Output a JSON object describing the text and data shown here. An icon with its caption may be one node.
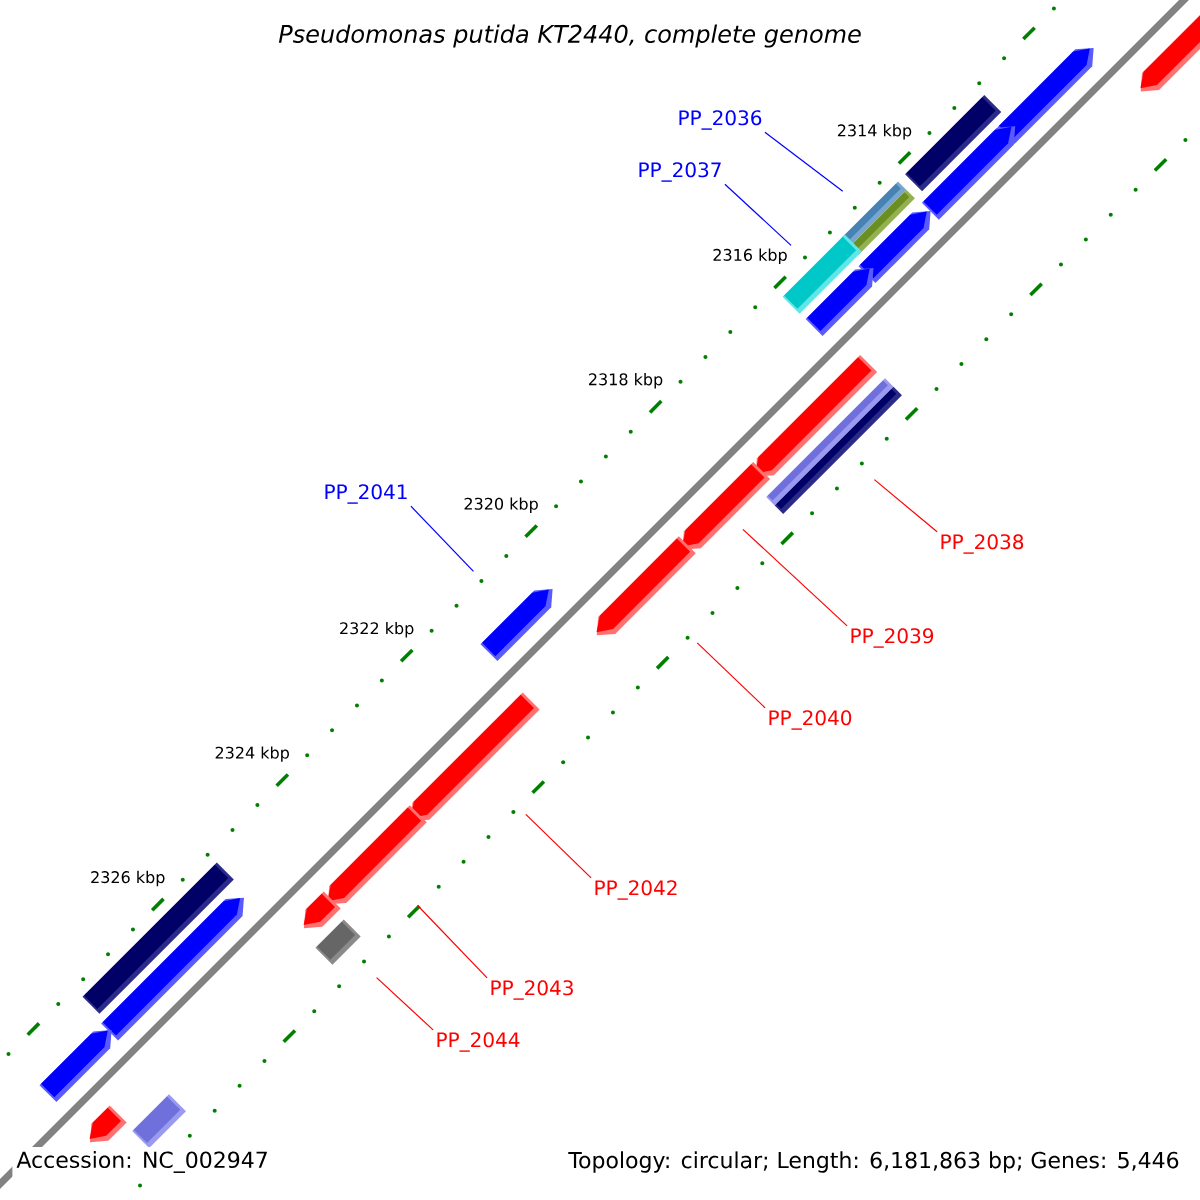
{
  "diagram": {
    "title": "Pseudomonas putida KT2440, complete genome",
    "nodes": [
      {
        "text": [
          "PP_2036"
        ]
      },
      {
        "text": [
          "PP_2037"
        ]
      },
      {
        "text": [
          "PP_2041"
        ]
      },
      {
        "text": [
          "PP_2038"
        ]
      },
      {
        "text": [
          "PP_2039"
        ]
      },
      {
        "text": [
          "PP_2040"
        ]
      },
      {
        "text": [
          "PP_2042"
        ]
      },
      {
        "text": [
          "PP_2043"
        ]
      },
      {
        "text": [
          "PP_2044"
        ]
      },
      {
        "text": [],
        "shape": "arrow"
      },
      {
        "text": [],
        "shape": "arrow"
      },
      {
        "text": [],
        "shape": "box"
      },
      {
        "text": [],
        "shape": "arrow"
      },
      {
        "text": [],
        "shape": "box"
      },
      {
        "text": [],
        "shape": "arrow"
      },
      {
        "text": [],
        "shape": "box"
      },
      {
        "text": [],
        "shape": "arrow"
      },
      {
        "text": [],
        "shape": "arrow"
      },
      {
        "text": [],
        "shape": "box"
      },
      {
        "text": [],
        "shape": "arrow"
      },
      {
        "text": [],
        "shape": "arrow"
      },
      {
        "text": [],
        "shape": "arrow"
      },
      {
        "text": [],
        "shape": "arrow"
      },
      {
        "text": [],
        "shape": "arrow"
      },
      {
        "text": [],
        "shape": "arrow"
      },
      {
        "text": [],
        "shape": "box"
      },
      {
        "text": [],
        "shape": "box"
      },
      {
        "text": [],
        "shape": "arrow"
      },
      {
        "text": [],
        "shape": "arrow"
      },
      {
        "text": [],
        "shape": "arrow"
      },
      {
        "text": [],
        "shape": "box"
      }
    ],
    "edges": [
      {
        "from": 0,
        "to": 13,
        "arrow": "none",
        "color": "#0000ff"
      },
      {
        "from": 1,
        "to": 15,
        "arrow": "none",
        "color": "#0000ff"
      },
      {
        "from": 2,
        "to": 21,
        "arrow": "none",
        "color": "#0000ff"
      },
      {
        "from": 3,
        "to": 18,
        "arrow": "none"
      },
      {
        "from": 4,
        "to": 19,
        "arrow": "none"
      },
      {
        "from": 5,
        "to": 20,
        "arrow": "none"
      },
      {
        "from": 6,
        "to": 22,
        "arrow": "none"
      },
      {
        "from": 7,
        "to": 23,
        "arrow": "none"
      },
      {
        "from": 8,
        "to": 26,
        "arrow": "none"
      }
    ],
    "labels": [
      "2314 kbp",
      "2316 kbp",
      "2318 kbp",
      "2320 kbp",
      "2322 kbp",
      "2324 kbp",
      "2326 kbp",
      "Accession: NC_002947",
      "Topology: circular; Length: 6,181,863 bp; Genes: 5,446"
    ]
  }
}
